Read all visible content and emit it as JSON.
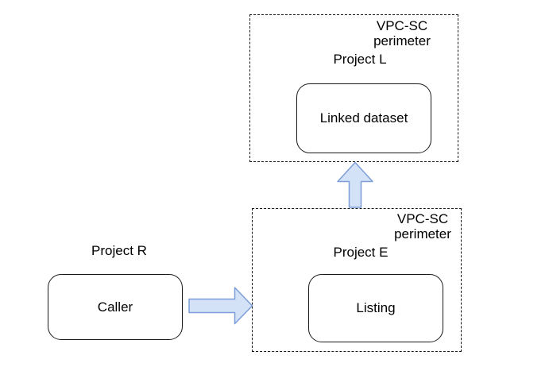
{
  "diagram": {
    "caller_group": {
      "project_label": "Project R",
      "node_label": "Caller"
    },
    "egress_perimeter": {
      "label_line1": "VPC-SC",
      "label_line2": "perimeter",
      "project_label": "Project E",
      "node_label": "Listing"
    },
    "linked_perimeter": {
      "label_line1": "VPC-SC",
      "label_line2": "perimeter",
      "project_label": "Project L",
      "node_label": "Linked dataset"
    },
    "arrows": [
      {
        "id": "caller-to-listing",
        "direction": "right"
      },
      {
        "id": "listing-to-linked-dataset",
        "direction": "up"
      }
    ],
    "colors": {
      "background": "#ffffff",
      "line": "#1a1a1a",
      "text": "#000000",
      "arrow_fill": "#d3e2f6",
      "arrow_stroke": "#7d9ed8"
    }
  }
}
